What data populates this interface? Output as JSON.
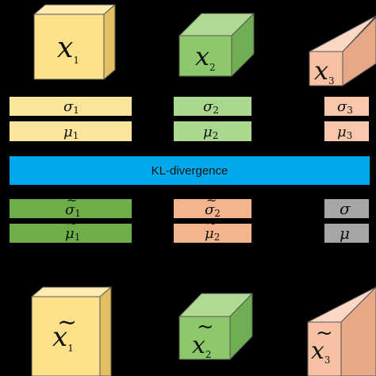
{
  "colors": {
    "background": "#000000",
    "yellow_face": "#FCE08A",
    "yellow_top": "#FDEBB0",
    "yellow_side": "#E2C062",
    "green_face": "#8DC86B",
    "green_top": "#B0DA93",
    "green_side": "#6FAE52",
    "salmon_face": "#F7C2A4",
    "salmon_top": "#FAD8C5",
    "salmon_side": "#E8A887",
    "pale_yellow_bar": "#FBE59B",
    "pale_green_bar": "#A9D88E",
    "pale_salmon_bar": "#F9C8AC",
    "dark_green_bar": "#6EAE48",
    "peach_bar": "#F4B48D",
    "gray_bar": "#A6A6A6",
    "kl_blue": "#00A9EC"
  },
  "top_row": {
    "cube1": {
      "var": "x",
      "sub": "1"
    },
    "cube2": {
      "var": "x",
      "sub": "2"
    },
    "cube3": {
      "var": "x",
      "sub": "3"
    }
  },
  "top_stats": {
    "col1": {
      "sigma": "σ",
      "sigma_sub": "1",
      "mu": "μ",
      "mu_sub": "1"
    },
    "col2": {
      "sigma": "σ",
      "sigma_sub": "2",
      "mu": "μ",
      "mu_sub": "2"
    },
    "col3": {
      "sigma": "σ",
      "sigma_sub": "3",
      "mu": "μ",
      "mu_sub": "3"
    }
  },
  "kl_bar": {
    "label": "KL-divergence"
  },
  "bottom_stats": {
    "col1": {
      "tilde": "~",
      "sigma": "σ",
      "sigma_sub": "1",
      "mu": "μ",
      "mu_sub": "1"
    },
    "col2": {
      "tilde": "~",
      "sigma": "σ",
      "sigma_sub": "2",
      "mu": "μ",
      "mu_sub": "2"
    },
    "col3": {
      "sigma": "σ",
      "mu": "μ"
    }
  },
  "bottom_row": {
    "cube1": {
      "tilde": "~",
      "var": "x",
      "sub": "1"
    },
    "cube2": {
      "tilde": "~",
      "var": "x",
      "sub": "2"
    },
    "cube3": {
      "tilde": "~",
      "var": "x",
      "sub": "3"
    }
  }
}
